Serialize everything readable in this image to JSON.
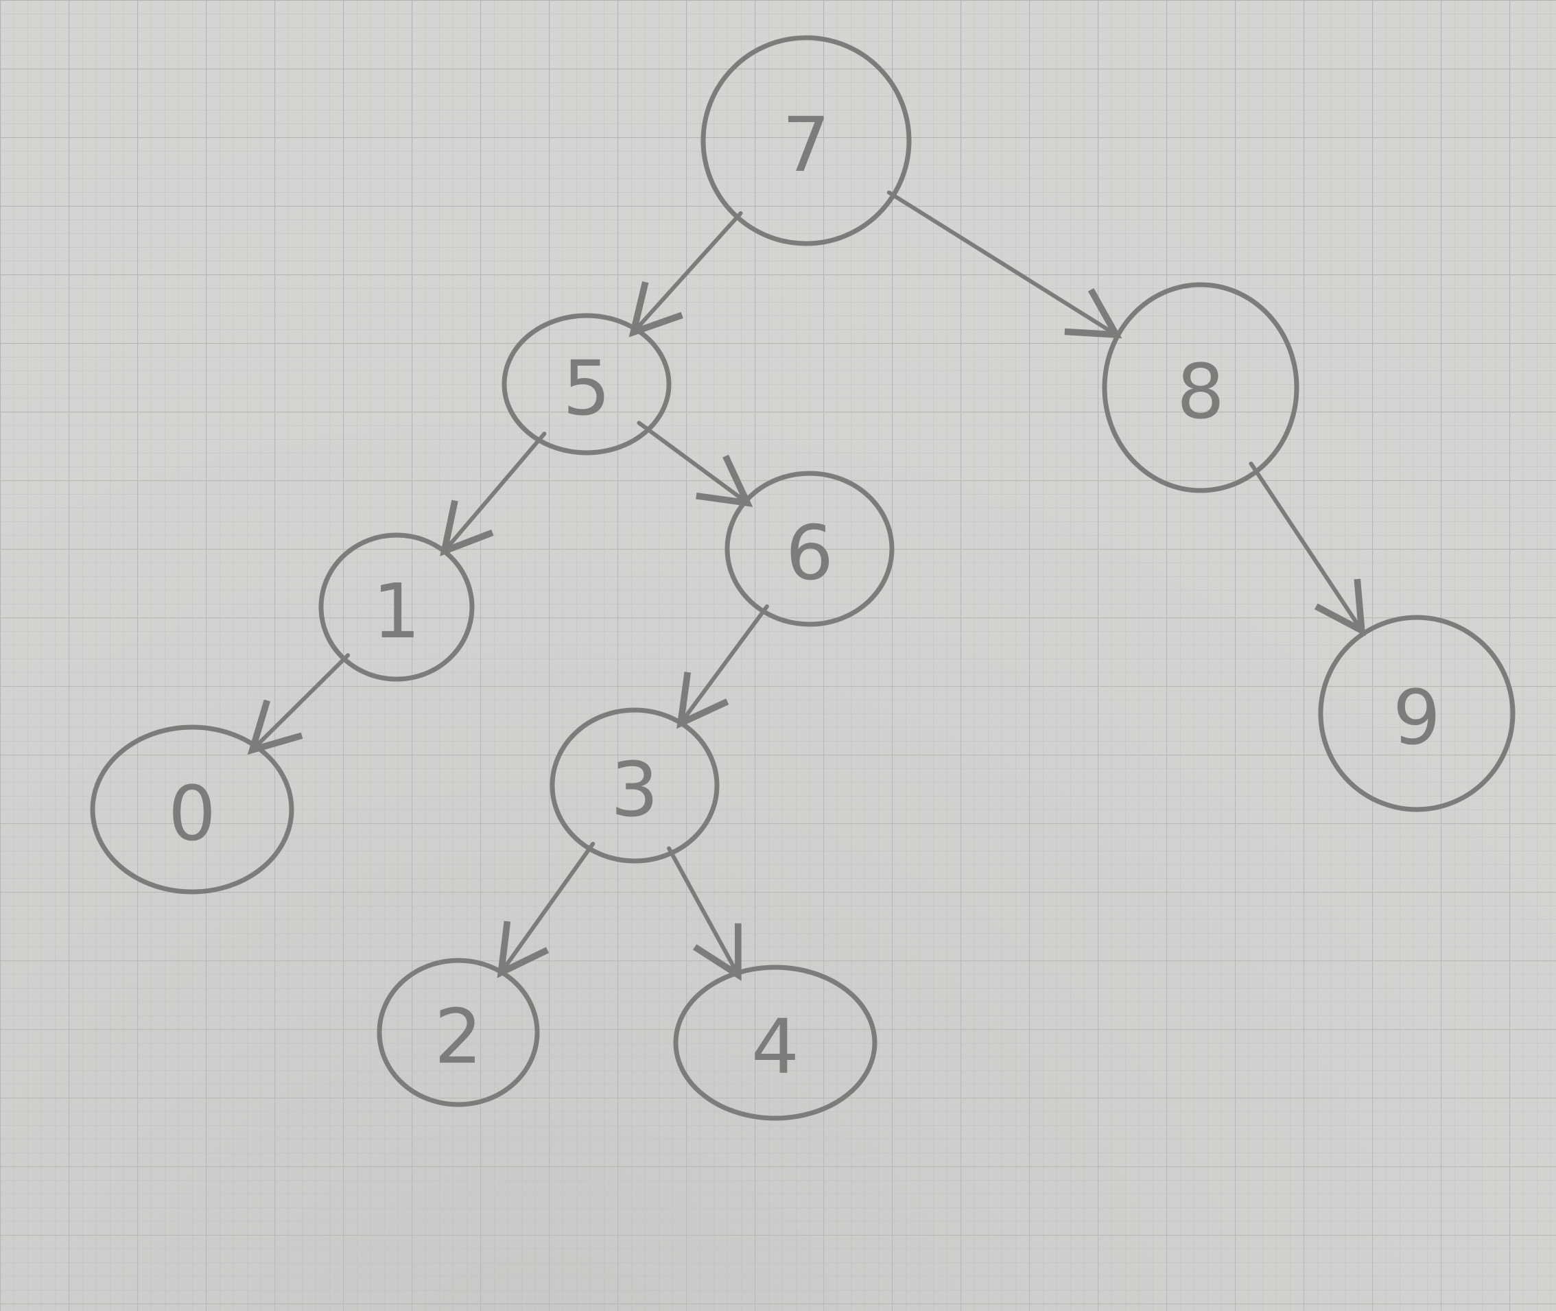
{
  "diagram": {
    "type": "binary-tree",
    "nodes": [
      {
        "id": "n7",
        "label": "7"
      },
      {
        "id": "n5",
        "label": "5"
      },
      {
        "id": "n8",
        "label": "8"
      },
      {
        "id": "n1",
        "label": "1"
      },
      {
        "id": "n6",
        "label": "6"
      },
      {
        "id": "n9",
        "label": "9"
      },
      {
        "id": "n0",
        "label": "0"
      },
      {
        "id": "n3",
        "label": "3"
      },
      {
        "id": "n2",
        "label": "2"
      },
      {
        "id": "n4",
        "label": "4"
      }
    ],
    "edges": [
      {
        "from": "n7",
        "to": "n5"
      },
      {
        "from": "n7",
        "to": "n8"
      },
      {
        "from": "n5",
        "to": "n1"
      },
      {
        "from": "n5",
        "to": "n6"
      },
      {
        "from": "n8",
        "to": "n9"
      },
      {
        "from": "n1",
        "to": "n0"
      },
      {
        "from": "n6",
        "to": "n3"
      },
      {
        "from": "n3",
        "to": "n2"
      },
      {
        "from": "n3",
        "to": "n4"
      }
    ]
  },
  "colors": {
    "paper": "#d4d4d2",
    "grid_minor": "#c4c4c2",
    "grid_major": "#b2b2b0",
    "pencil": "#7c7c7a"
  }
}
